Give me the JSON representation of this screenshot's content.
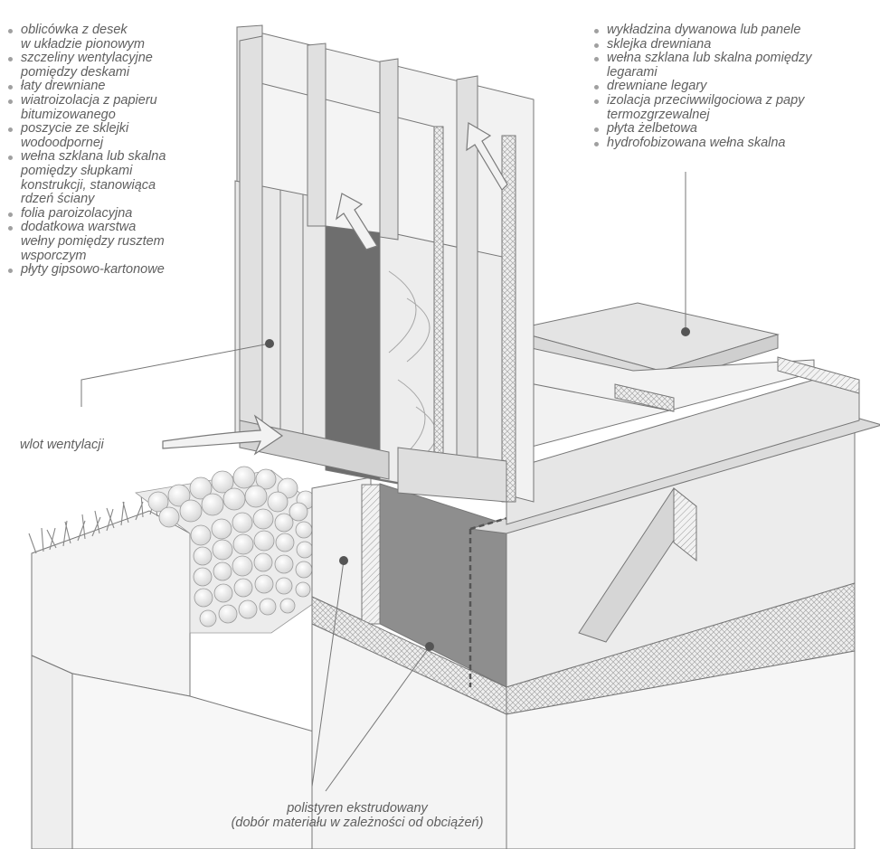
{
  "left_legend": [
    "oblicówka z desek\nw układzie pionowym",
    "szczeliny wentylacyjne\npomiędzy deskami",
    "łaty drewniane",
    "wiatroizolacja z papieru\nbitumizowanego",
    "poszycie ze sklejki\nwodoodpornej",
    "wełna szklana lub skalna\npomiędzy słupkami\nkonstrukcji, stanowiąca\nrdzeń ściany",
    "folia paroizolacyjna",
    "dodatkowa warstwa\nwełny pomiędzy rusztem\nwsporczym",
    "płyty gipsowo-kartonowe"
  ],
  "right_legend": [
    "wykładzina dywanowa lub panele",
    "sklejka drewniana",
    "wełna szklana lub skalna pomiędzy\nlegarami",
    "drewniane legary",
    "izolacja przeciwwilgociowa z papy\ntermozgrzewalnej",
    "płyta żelbetowa",
    "hydrofobizowana wełna skalna"
  ],
  "ventilation_label": "wlot wentylacji",
  "xps_label": "polistyren ekstrudowany\n(dobór materiału w zależności od obciążeń)",
  "colors": {
    "line": "#777777",
    "fill_light": "#f3f3f3",
    "fill_mid": "#e3e3e3",
    "fill_dark": "#cfcfcf",
    "wall_cavity": "#8e8e8e",
    "gravel": "#e8e8e8",
    "grass": "#8a8a8a",
    "leader_dot": "#555555"
  }
}
